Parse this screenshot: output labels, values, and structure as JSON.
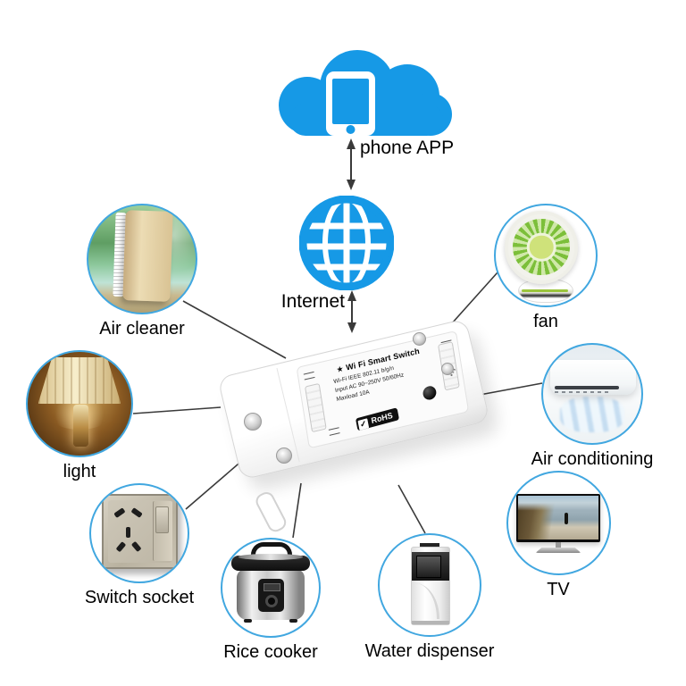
{
  "cloud": {
    "label": "phone APP",
    "icon": "cloud-with-smartphone-icon",
    "color": "#1699e6"
  },
  "internet": {
    "label": "Internet",
    "icon": "globe-icon"
  },
  "hub": {
    "title": "Wi Fi Smart Switch",
    "specs": [
      "Wi-Fi IEEE 802.11 b/g/n",
      "Input AC 90~250V 50/60Hz",
      "Maxload 10A"
    ],
    "badge": "RoHS"
  },
  "devices": [
    {
      "id": "air-cleaner",
      "label": "Air cleaner"
    },
    {
      "id": "fan",
      "label": "fan"
    },
    {
      "id": "light",
      "label": "light"
    },
    {
      "id": "air-conditioning",
      "label": "Air conditioning"
    },
    {
      "id": "switch-socket",
      "label": "Switch socket"
    },
    {
      "id": "rice-cooker",
      "label": "Rice cooker"
    },
    {
      "id": "water-dispenser",
      "label": "Water dispenser"
    },
    {
      "id": "tv",
      "label": "TV"
    }
  ],
  "colors": {
    "brand_blue": "#1699e6",
    "circle_border": "#41a7e0",
    "connector_line": "#3a3a3a",
    "label_text": "#000000"
  }
}
